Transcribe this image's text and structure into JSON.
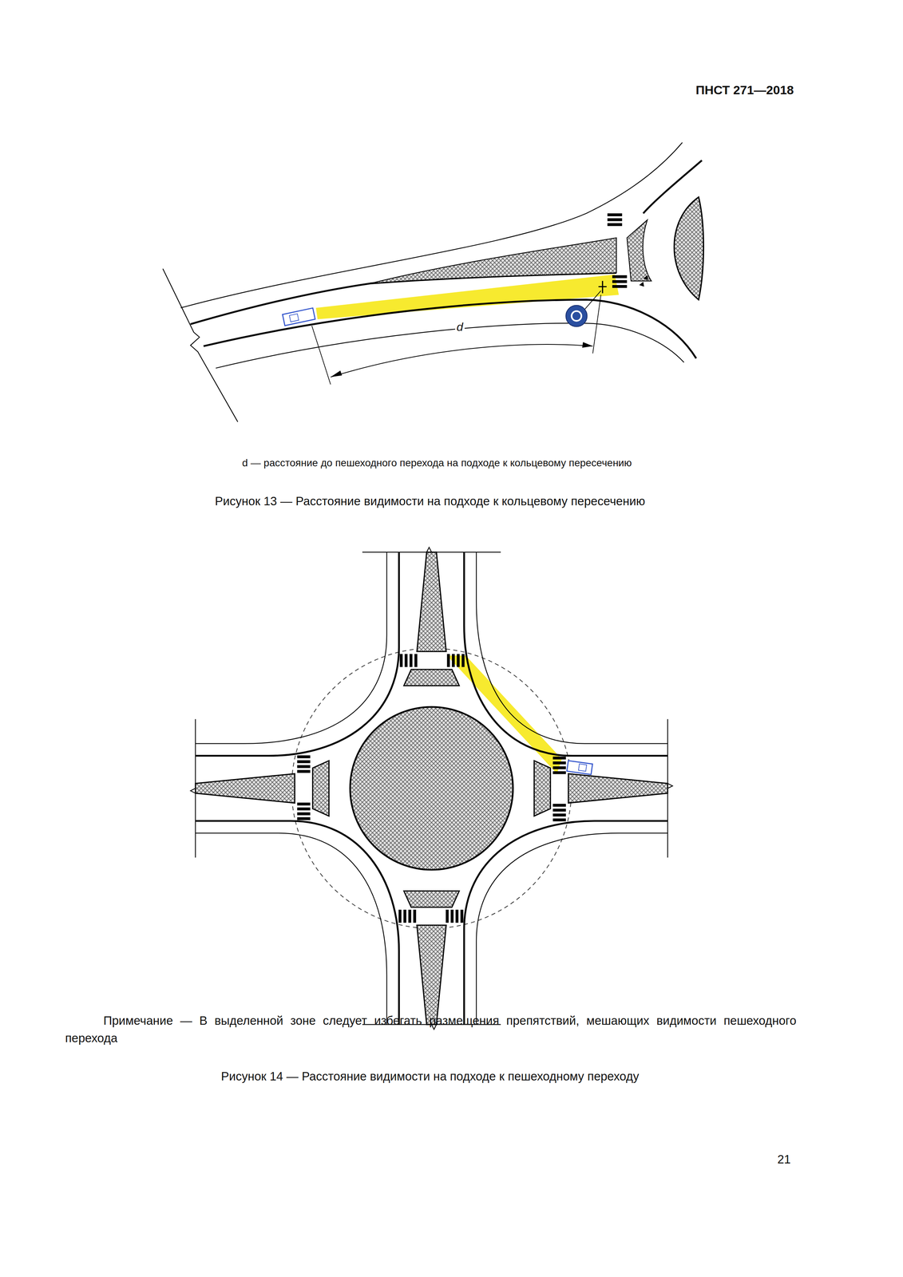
{
  "diagram": {
    "labels": [
      "ПНСТ 271—2018",
      "d",
      "d — расстояние до пешеходного перехода на подходе к кольцевому пересечению",
      "Рисунок 13 — Расстояние видимости на подходе к кольцевому пересечению",
      "Примечание — В выделенной зоне следует избегать размещения препятствий, мешающих видимости пешеходного перехода",
      "Рисунок 14 — Расстояние видимости на подходе к пешеходному переходу",
      "21"
    ]
  }
}
